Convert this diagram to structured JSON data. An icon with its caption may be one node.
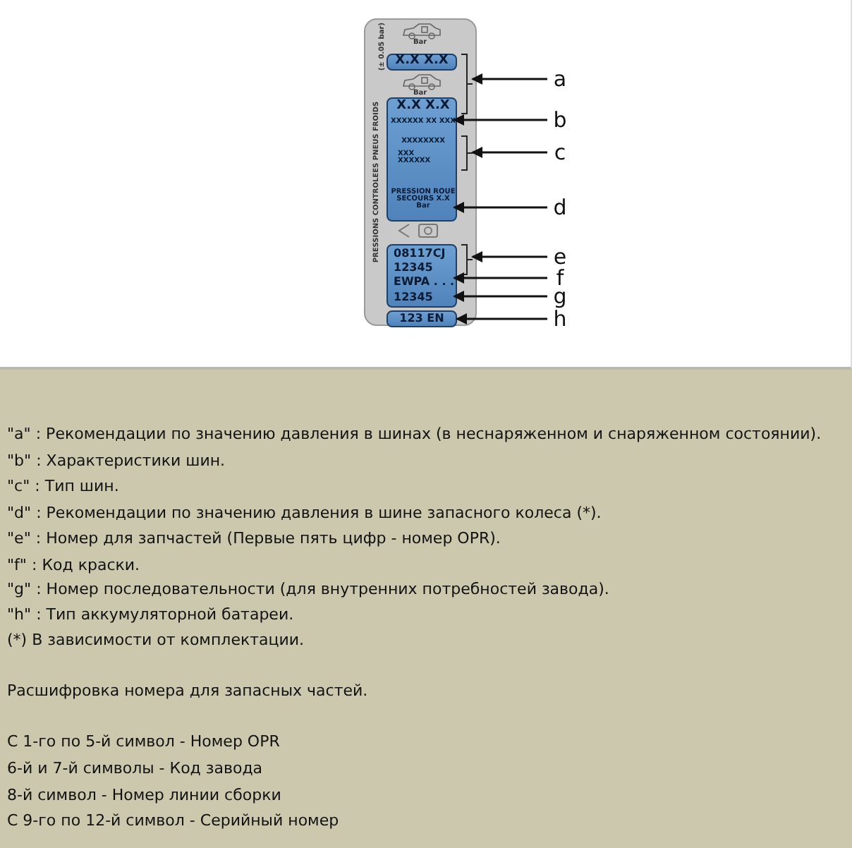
{
  "diagram": {
    "nodes": [
      {
        "text": [
          "PRESSIONS CONTROLEES PNEUS FROIDS",
          "(± 0.05 bar)"
        ]
      },
      {
        "text": [
          "Bar"
        ],
        "in": 0
      },
      {
        "text": [
          "X.X X.X"
        ],
        "in": 0
      },
      {
        "text": [
          "Bar"
        ],
        "in": 0
      },
      {
        "text": [],
        "shape": "box",
        "in": 0
      },
      {
        "text": [
          "X.X X.X"
        ],
        "in": 4
      },
      {
        "text": [
          "XXXXXX XX XXX"
        ],
        "in": 4
      },
      {
        "text": [
          "XXXXXXXX"
        ],
        "in": 4
      },
      {
        "text": [
          "XXX XXXXXX"
        ],
        "in": 4
      },
      {
        "text": [
          "PRESSION ROUE SECOURS X.X Bar"
        ],
        "in": 4
      },
      {
        "text": [],
        "shape": "box",
        "in": 0
      },
      {
        "text": [
          "08117CJ"
        ],
        "in": 10
      },
      {
        "text": [
          "12345"
        ],
        "in": 10
      },
      {
        "text": [
          "EWPA . . ."
        ],
        "in": 10
      },
      {
        "text": [
          "12345"
        ],
        "in": 10
      },
      {
        "text": [
          "123 EN"
        ],
        "in": 0
      },
      {
        "text": [],
        "shape": "bracket",
        "in": 0
      },
      {
        "text": [],
        "shape": "bracket",
        "in": 0
      },
      {
        "text": [],
        "shape": "bracket",
        "in": 0
      },
      {
        "text": [
          "a"
        ]
      },
      {
        "text": [
          "b"
        ]
      },
      {
        "text": [
          "c"
        ]
      },
      {
        "text": [
          "d"
        ]
      },
      {
        "text": [
          "e"
        ]
      },
      {
        "text": [
          "f"
        ]
      },
      {
        "text": [
          "g"
        ]
      },
      {
        "text": [
          "h"
        ]
      }
    ],
    "edges": [
      {
        "from": 19,
        "to": 16,
        "arrow": "to"
      },
      {
        "from": 20,
        "to": 6,
        "arrow": "to"
      },
      {
        "from": 21,
        "to": 17,
        "arrow": "to"
      },
      {
        "from": 22,
        "to": 9,
        "arrow": "to"
      },
      {
        "from": 23,
        "to": 18,
        "arrow": "to"
      },
      {
        "from": 24,
        "to": 13,
        "arrow": "to"
      },
      {
        "from": 25,
        "to": 14,
        "arrow": "to"
      },
      {
        "from": 26,
        "to": 15,
        "arrow": "to"
      }
    ],
    "labels": [
      "\"a\" : Рекомендации по значению давления в шинах (в неснаряженном и снаряженном состоянии).",
      "\"b\" : Характеристики шин.",
      "\"c\" : Тип шин.",
      "\"d\" : Рекомендации по значению давления в шине запасного колеса (*).",
      "\"e\" : Номер для запчастей (Первые пять цифр - номер OPR).",
      "\"f\" : Код краски.",
      "\"g\" : Номер последовательности (для внутренних потребностей завода).",
      "\"h\" : Тип аккумуляторной батареи.",
      "(*) В зависимости от комплектации.",
      "Расшифровка номера для запасных частей.",
      "С 1-го по 5-й символ - Номер OPR",
      "6-й и 7-й символы - Код завода",
      "8-й символ - Номер линии сборки",
      "С 9-го по 12-й символ - Серийный номер"
    ]
  }
}
